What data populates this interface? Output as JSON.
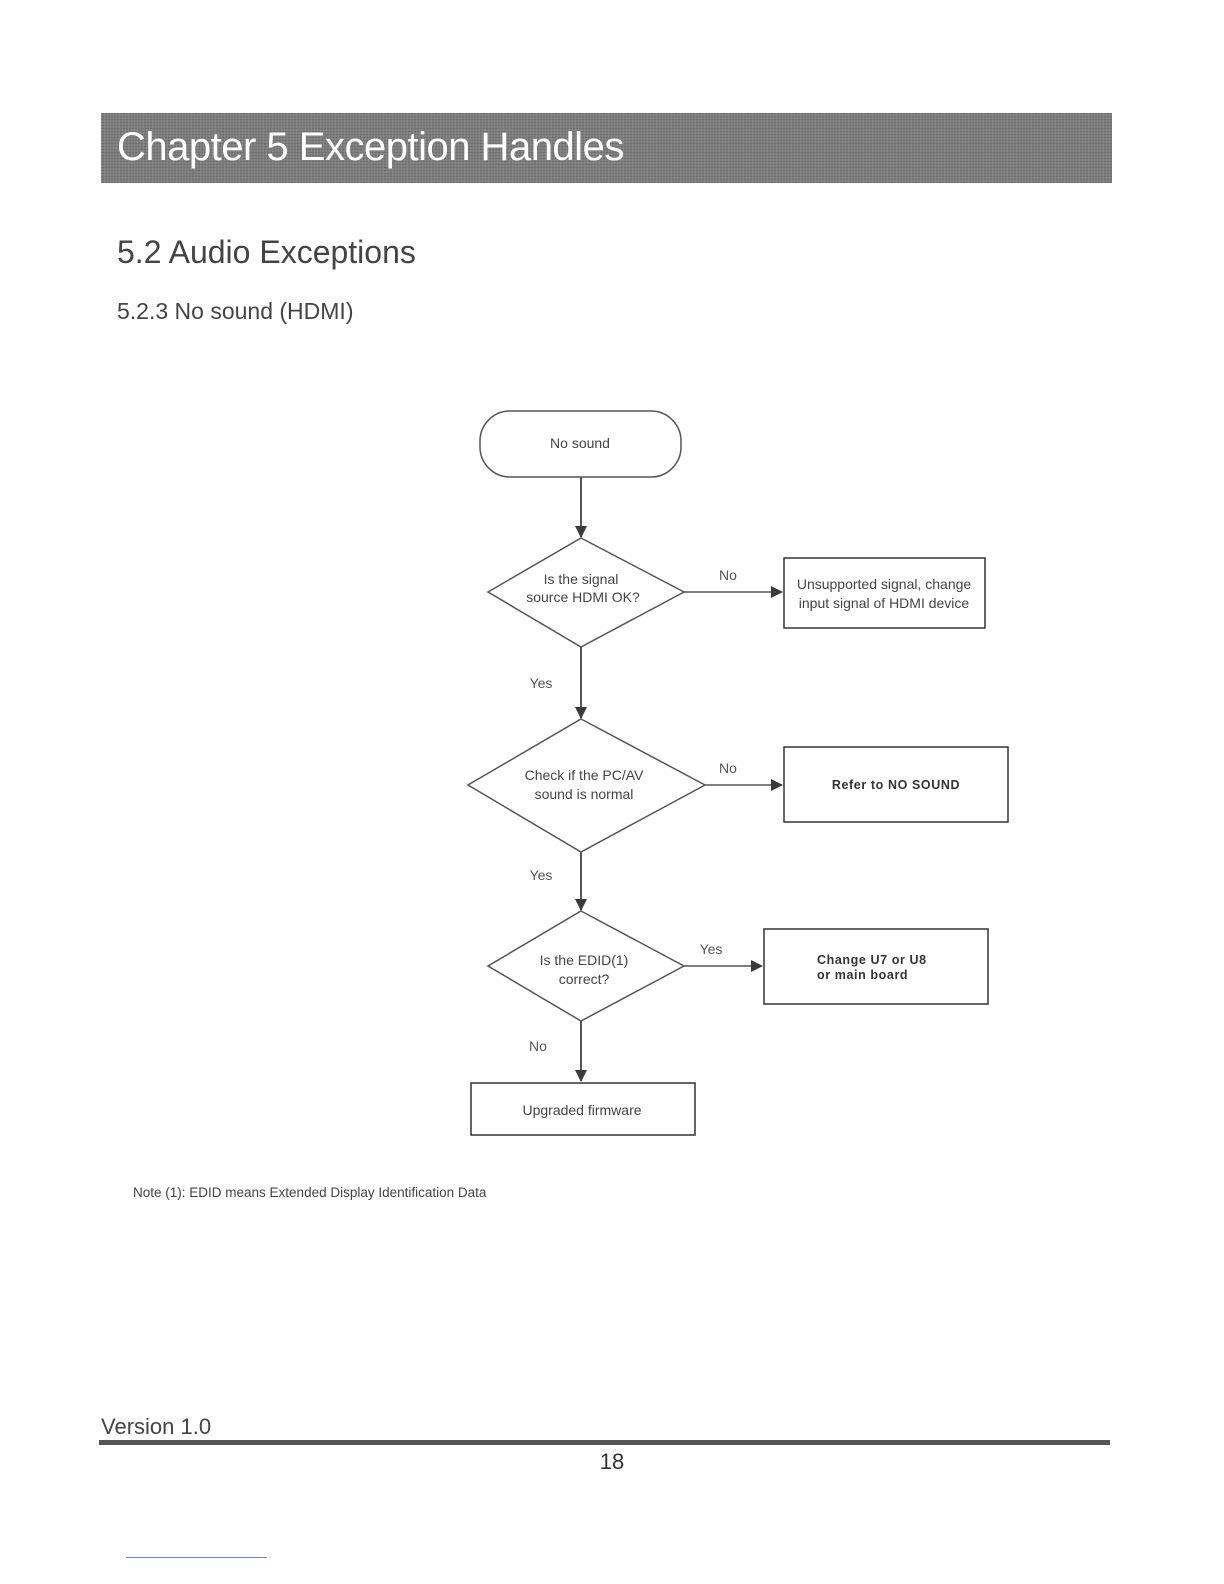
{
  "chapter": {
    "title": "Chapter 5 Exception Handles"
  },
  "section": {
    "title": "5.2 Audio Exceptions"
  },
  "subsection": {
    "title": "5.2.3 No sound (HDMI)"
  },
  "flowchart": {
    "start": {
      "label": "No sound"
    },
    "decision1": {
      "line1": "Is the signal",
      "line2": "source HDMI OK?"
    },
    "decision1_no": "No",
    "decision1_yes": "Yes",
    "result1": {
      "line1": "Unsupported signal, change",
      "line2": "input signal of HDMI device"
    },
    "decision2": {
      "line1": "Check if the PC/AV",
      "line2": "sound is normal"
    },
    "decision2_no": "No",
    "decision2_yes": "Yes",
    "result2": {
      "label": "Refer to NO SOUND"
    },
    "decision3": {
      "line1": "Is the EDID(1)",
      "line2": "correct?"
    },
    "decision3_yes": "Yes",
    "decision3_no": "No",
    "result3": {
      "line1": "Change U7 or U8",
      "line2": "or main board"
    },
    "end": {
      "label": "Upgraded firmware"
    }
  },
  "note": "Note (1): EDID means Extended Display Identification Data",
  "footer": {
    "version": "Version 1.0",
    "page_number": "18"
  },
  "colors": {
    "banner": "#7c7c7c",
    "line": "#555555",
    "arrow": "#3a3a3a"
  }
}
